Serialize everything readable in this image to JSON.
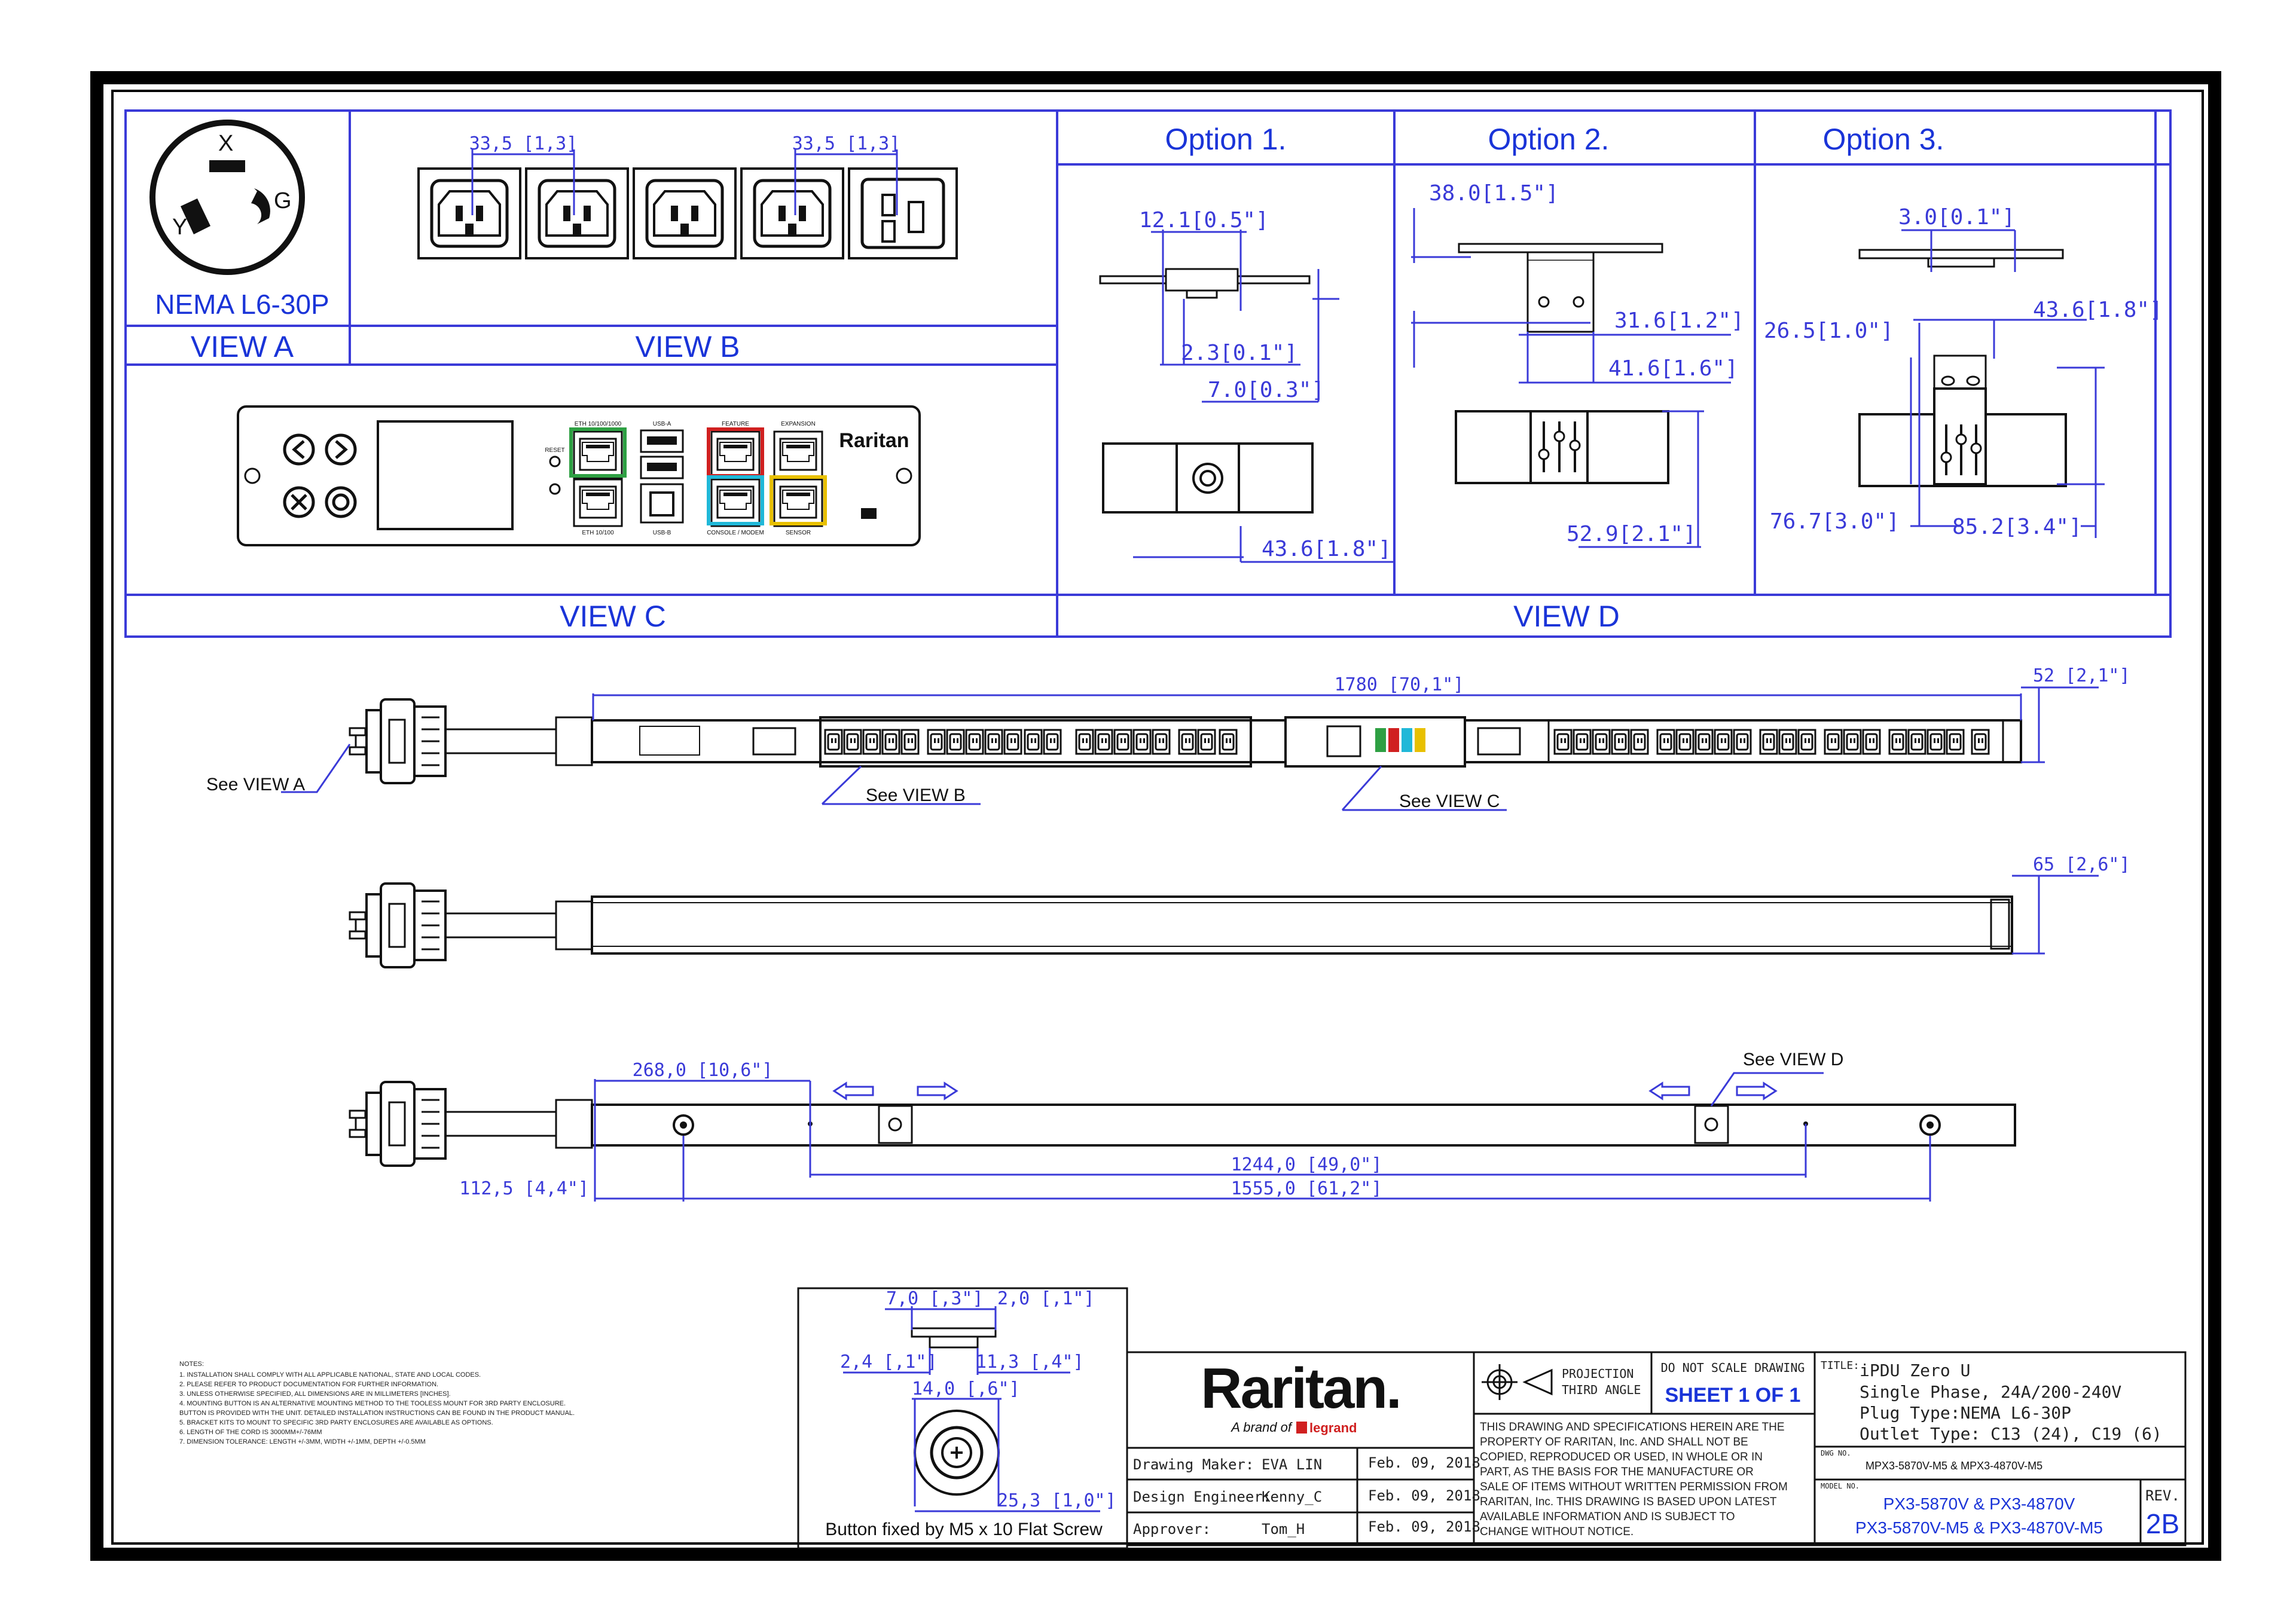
{
  "colors": {
    "line_blue": "#3a3ad8",
    "label_blue": "#1a34d8",
    "ink": "#111111",
    "green": "#2ea043",
    "red": "#d02020",
    "cyan": "#20b8d8",
    "yellow": "#e8c000"
  },
  "views": {
    "a": {
      "label": "VIEW A",
      "plug": "NEMA L6-30P",
      "pins": [
        "X",
        "Y",
        "G"
      ]
    },
    "b": {
      "label": "VIEW B",
      "dim_left": "33,5  [1,3]",
      "dim_right": "33,5  [1,3]"
    },
    "c": {
      "label": "VIEW C",
      "brand": "Raritan",
      "ports": [
        "ETH 10/100/1000",
        "USB-A",
        "FEATURE",
        "EXPANSION",
        "ETH 10/100",
        "USB-B",
        "CONSOLE / MODEM",
        "SENSOR"
      ],
      "reset": "RESET"
    },
    "d": {
      "label": "VIEW D"
    }
  },
  "options": {
    "opt1": {
      "title": "Option 1.",
      "d1": "12.1[0.5\"]",
      "d2": "2.3[0.1\"]",
      "d3": "7.0[0.3\"]",
      "d4": "43.6[1.8\"]"
    },
    "opt2": {
      "title": "Option  2.",
      "d1": "38.0[1.5\"]",
      "d2": "31.6[1.2\"]",
      "d3": "41.6[1.6\"]",
      "d4": "52.9[2.1\"]"
    },
    "opt3": {
      "title": "Option 3.",
      "d1": "3.0[0.1\"]",
      "d2": "26.5[1.0\"]",
      "d3": "43.6[1.8\"]",
      "d4": "76.7[3.0\"]",
      "d5": "85.2[3.4\"]"
    }
  },
  "pdu": {
    "length": "1780  [70,1\"]",
    "width": "52  [2,1\"]",
    "depth": "65  [2,6\"]",
    "see_a": "See VIEW A",
    "see_b": "See VIEW B",
    "see_c": "See VIEW C",
    "see_d": "See VIEW D",
    "d268": "268,0  [10,6\"]",
    "d1244": "1244,0  [49,0\"]",
    "d1555": "1555,0  [61,2\"]",
    "d112": "112,5  [4,4\"]"
  },
  "button_detail": {
    "d1": "7,0  [,3\"]",
    "d2": "2,0  [,1\"]",
    "d3": "2,4  [,1\"]",
    "d4": "11,3  [,4\"]",
    "d5": "14,0  [,6\"]",
    "d6": "25,3  [1,0\"]",
    "caption": "Button fixed by M5 x 10 Flat Screw"
  },
  "notes": {
    "title": "NOTES:",
    "lines": [
      "1. INSTALLATION SHALL COMPLY WITH ALL APPLICABLE NATIONAL, STATE AND LOCAL CODES.",
      "2. PLEASE REFER TO PRODUCT DOCUMENTATION FOR FURTHER INFORMATION.",
      "3. UNLESS OTHERWISE SPECIFIED, ALL DIMENSIONS ARE IN MILLIMETERS [INCHES].",
      "4. MOUNTING BUTTON IS AN ALTERNATIVE MOUNTING METHOD TO THE TOOLESS MOUNT FOR 3RD PARTY ENCLOSURE.",
      "   BUTTON IS PROVIDED WITH THE UNIT. DETAILED INSTALLATION INSTRUCTIONS CAN BE FOUND IN THE PRODUCT MANUAL.",
      "5. BRACKET KITS TO MOUNT TO SPECIFIC 3RD PARTY ENCLOSURES ARE AVAILABLE AS OPTIONS.",
      "6. LENGTH OF THE CORD IS 3000MM+/-76MM",
      "7. DIMENSION TOLERANCE: LENGTH +/-3MM, WIDTH +/-1MM, DEPTH +/-0.5MM"
    ]
  },
  "title_block": {
    "brand": "Raritan.",
    "tagline": "A brand of",
    "legrand": "legrand",
    "rows": [
      {
        "role": "Drawing Maker:",
        "name": "EVA LIN",
        "date": "Feb. 09, 2018"
      },
      {
        "role": "Design Engineer:",
        "name": "Kenny_C",
        "date": "Feb. 09, 2018"
      },
      {
        "role": "Approver:",
        "name": "Tom_H",
        "date": "Feb. 09, 2018"
      }
    ],
    "projection": "PROJECTION",
    "angle": "THIRD ANGLE",
    "no_scale": "DO NOT SCALE DRAWING",
    "sheet": "SHEET 1 OF 1",
    "disclaimer": [
      "THIS DRAWING AND SPECIFICATIONS HEREIN ARE THE",
      "PROPERTY OF RARITAN, Inc. AND SHALL NOT BE",
      "COPIED, REPRODUCED OR USED, IN WHOLE OR IN",
      "PART, AS THE BASIS FOR THE MANUFACTURE OR",
      "SALE OF ITEMS WITHOUT WRITTEN PERMISSION FROM",
      "RARITAN, Inc. THIS DRAWING IS BASED UPON LATEST",
      "AVAILABLE INFORMATION AND IS SUBJECT TO",
      "CHANGE WITHOUT NOTICE."
    ],
    "title_label": "TITLE:",
    "title_lines": [
      "iPDU Zero U",
      "Single Phase, 24A/200-240V",
      "Plug Type:NEMA L6-30P",
      "Outlet Type: C13 (24), C19 (6)"
    ],
    "dwg_label": "DWG NO.",
    "dwg_no": "MPX3-5870V-M5 & MPX3-4870V-M5",
    "model_label": "MODEL NO.",
    "model1": "PX3-5870V & PX3-4870V",
    "model2": "PX3-5870V-M5 & PX3-4870V-M5",
    "rev_label": "REV.",
    "rev": "2B"
  }
}
